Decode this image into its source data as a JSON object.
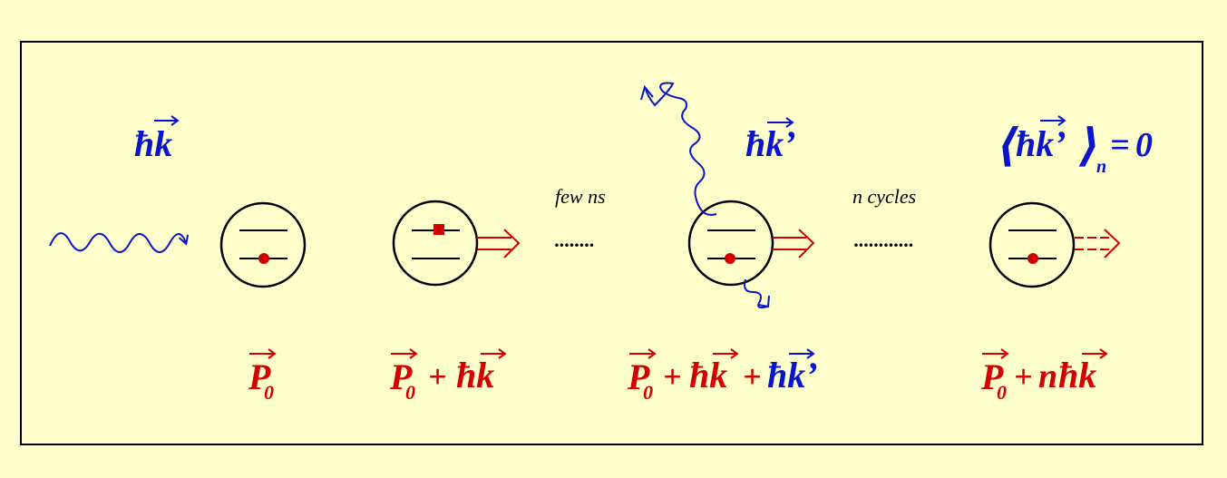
{
  "colors": {
    "background": "#ffffcc",
    "photon": "#0a14c8",
    "momentum": "#d20000",
    "frame": "#000000"
  },
  "labels": {
    "incoming_photon": "ħk",
    "emitted_photon": "ħk’",
    "average": {
      "open": "⟨",
      "body": "ħk’",
      "close": "⟩",
      "subscript": "n",
      "equals": "=",
      "value": "0"
    },
    "between_1_2": "few ns",
    "between_3_4": "n cycles",
    "dots_1": "........",
    "dots_2": "............"
  },
  "momentum_labels": {
    "atom_1": {
      "p0": "P",
      "p0_sub": "0"
    },
    "atom_2": {
      "p0": "P",
      "p0_sub": "0",
      "plus": "+",
      "hk": "ħk"
    },
    "atom_3": {
      "p0": "P",
      "p0_sub": "0",
      "plus1": "+",
      "hk": "ħk",
      "plus2": "+",
      "hk_prime": "ħk’"
    },
    "atom_4": {
      "p0": "P",
      "p0_sub": "0",
      "plus": "+",
      "n": "n",
      "hk": "ħk"
    }
  },
  "atoms": [
    {
      "name": "atom-1",
      "electron_level": "lower",
      "arrow": "none"
    },
    {
      "name": "atom-2",
      "electron_level": "upper",
      "arrow": "solid"
    },
    {
      "name": "atom-3",
      "electron_level": "lower",
      "arrow": "solid"
    },
    {
      "name": "atom-4",
      "electron_level": "lower",
      "arrow": "dashed"
    }
  ]
}
